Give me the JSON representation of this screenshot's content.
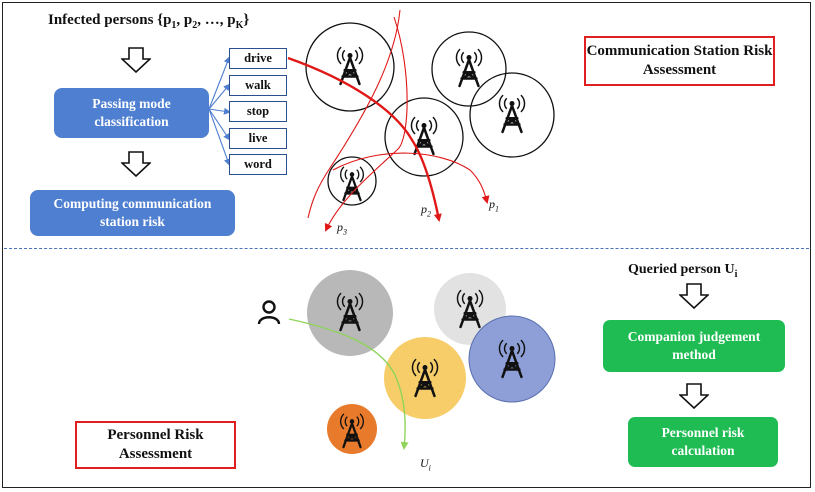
{
  "top": {
    "infected_label": "Infected persons {p",
    "infected_sub1": "1",
    "infected_mid1": ", p",
    "infected_sub2": "2",
    "infected_mid2": ", …, p",
    "infected_subK": "K",
    "infected_end": "}",
    "passing_mode_box": "Passing mode classification",
    "computing_box": "Computing communication station risk",
    "modes": [
      "drive",
      "walk",
      "stop",
      "live",
      "word"
    ],
    "comm_station_title": "Communication Station Risk Assessment",
    "trajectory_labels": {
      "p1_base": "p",
      "p1_sub": "1",
      "p2_base": "p",
      "p2_sub": "2",
      "p3_base": "p",
      "p3_sub": "3"
    }
  },
  "bottom": {
    "queried_label": "Queried person U",
    "queried_sub": "i",
    "companion_box": "Companion judgement method",
    "personnel_calc_box": "Personnel risk calculation",
    "personnel_title": "Personnel Risk Assessment",
    "trajectory_label_base": "U",
    "trajectory_label_sub": "i"
  },
  "icons": {
    "tower": "radio-tower-icon",
    "person": "person-icon",
    "arrow": "down-arrow-icon"
  },
  "colors": {
    "blue_box": "#4f7fd0",
    "green_box": "#1ebc52",
    "red_path": "#e01818",
    "red_border": "#e02020",
    "green_path": "#8fd45a",
    "circle_gray": "#b8b8b8",
    "circle_lightgray": "#e2e2e2",
    "circle_yellow": "#f7cd6a",
    "circle_blue": "#8d9fd6",
    "circle_orange": "#e87a2c"
  }
}
